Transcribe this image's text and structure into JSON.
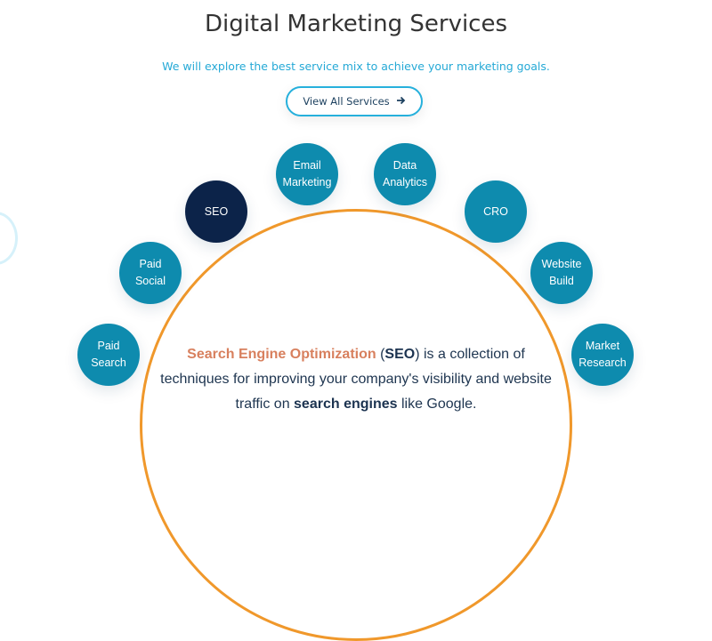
{
  "header": {
    "title": "Digital Marketing Services",
    "subtitle": "We will explore the best service mix to achieve your marketing goals.",
    "button_label": "View All Services",
    "button_icon": "arrow-right-icon"
  },
  "services": [
    {
      "label": "Paid Search"
    },
    {
      "label": "Paid Social"
    },
    {
      "label": "SEO",
      "active": true
    },
    {
      "label": "Email Marketing"
    },
    {
      "label": "Data Analytics"
    },
    {
      "label": "CRO"
    },
    {
      "label": "Website Build"
    },
    {
      "label": "Market Research"
    }
  ],
  "description": {
    "highlight": "Search Engine Optimization",
    "p1": " (",
    "abbr": "SEO",
    "p2": ") is a collection of techniques for improving your company's visibility and website traffic on ",
    "bold": "search engines",
    "p3": " like Google."
  },
  "colors": {
    "accent": "#0e8bae",
    "active": "#0c2349",
    "arc": "#f0982b",
    "highlight": "#d8805e"
  }
}
